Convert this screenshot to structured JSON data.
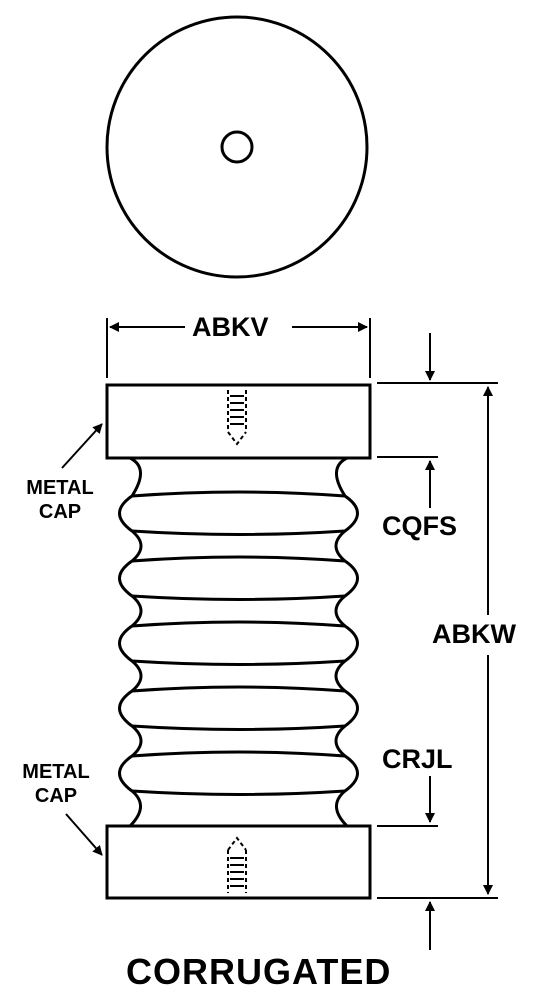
{
  "labels": {
    "width": "ABKV",
    "overall_height": "ABKW",
    "cap_thickness_top": "CQFS",
    "cap_thickness_bottom": "CRJL",
    "metal_cap_top_line1": "METAL",
    "metal_cap_top_line2": "CAP",
    "metal_cap_bottom_line1": "METAL",
    "metal_cap_bottom_line2": "CAP",
    "caption": "CORRUGATED"
  },
  "colors": {
    "ink": "#000000",
    "paper": "#ffffff"
  }
}
